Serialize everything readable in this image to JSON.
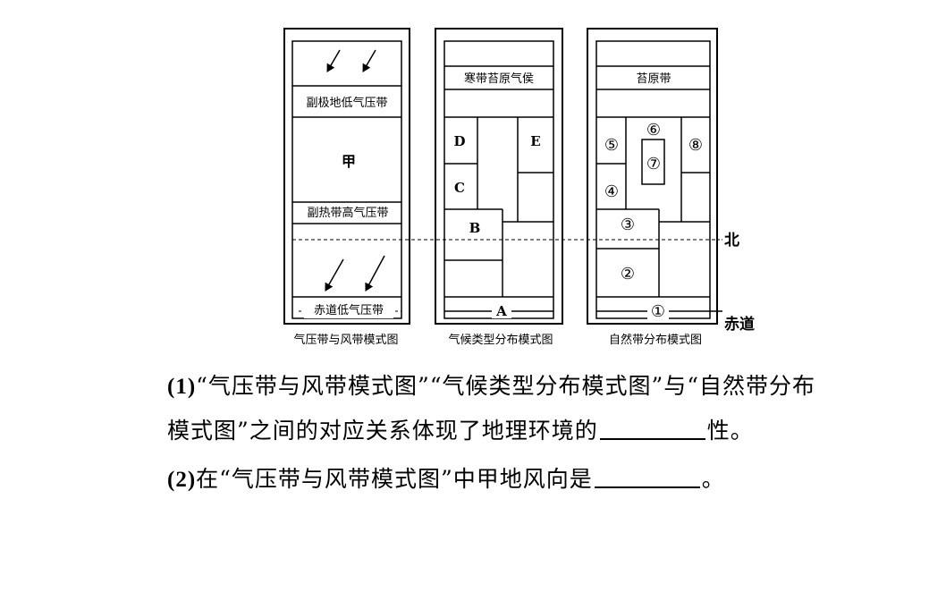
{
  "diagram": {
    "pressure": {
      "label_subpolar": "副极地低气压带",
      "label_jia": "甲",
      "label_subtropical": "副热带高气压带",
      "label_equatorial": "赤道低气压带",
      "caption": "气压带与风带模式图"
    },
    "climate": {
      "label_tundra": "寒带苔原气侯",
      "label_a": "A",
      "label_b": "B",
      "label_c": "C",
      "label_d": "D",
      "label_e": "E",
      "caption": "气候类型分布模式图"
    },
    "natural": {
      "label_tundra": "苔原带",
      "n1": "①",
      "n2": "②",
      "n3": "③",
      "n4": "④",
      "n5": "⑤",
      "n6": "⑥",
      "n7": "⑦",
      "n8": "⑧",
      "caption": "自然带分布模式图"
    },
    "side_north": "北",
    "side_equator": "赤道"
  },
  "questions": [
    {
      "num": "(1)",
      "line1": "“气压带与风带模式图”“气候类型分布模式图”与“自然带分布",
      "line2_before": "模式图”之间的对应关系体现了地理环境的",
      "line2_after": "性。"
    },
    {
      "num": "(2)",
      "text_before": "在“气压带与风带模式图”中甲地风向是",
      "text_after": "。"
    }
  ]
}
